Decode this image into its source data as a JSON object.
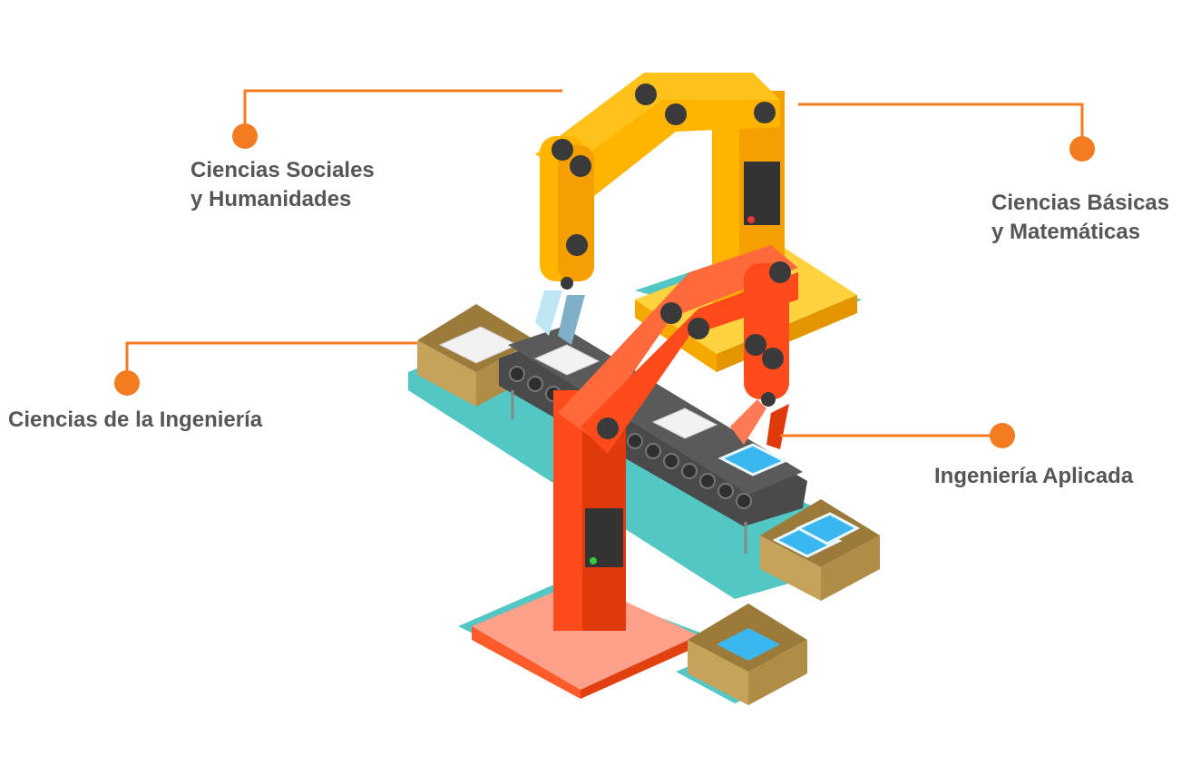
{
  "colors": {
    "accent_orange": "#f47b20",
    "label_gray": "#55565a",
    "yellow_arm": "#ffb400",
    "red_arm": "#ff4a1c",
    "teal_floor": "#52c7c4",
    "box_brown": "#c7a25a",
    "belt_dark": "#4a4a4a",
    "screen_blue": "#3bb7f0"
  },
  "labels": {
    "sociales": {
      "line1": "Ciencias Sociales",
      "line2": "y Humanidades",
      "icon": "orange-dot-icon"
    },
    "basicas": {
      "line1": "Ciencias Básicas",
      "line2": "y Matemáticas",
      "icon": "orange-dot-icon"
    },
    "ingenieria": {
      "line1": "Ciencias de la Ingeniería",
      "icon": "orange-dot-icon"
    },
    "aplicada": {
      "line1": "Ingeniería Aplicada",
      "icon": "orange-dot-icon"
    }
  },
  "illustration": {
    "subject": "robot-arm-assembly-line-icon"
  }
}
